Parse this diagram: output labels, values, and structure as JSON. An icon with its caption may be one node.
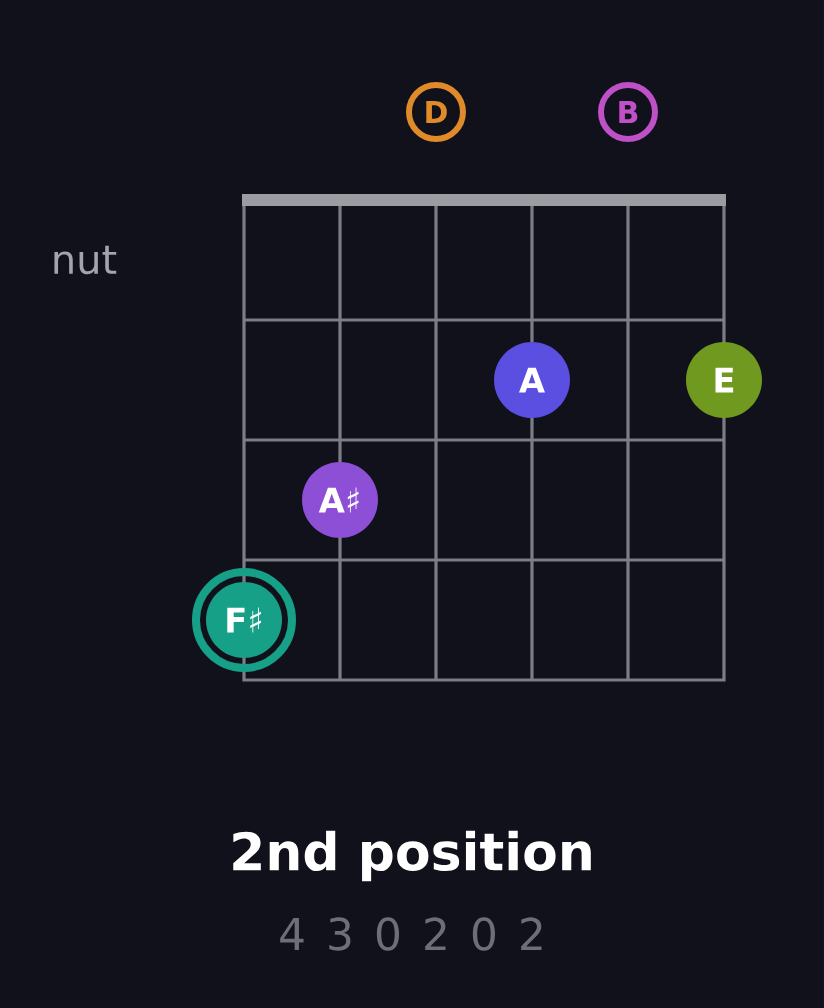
{
  "diagram": {
    "caption": "2nd position",
    "nodes": [
      {
        "text": [
          "D"
        ]
      },
      {
        "text": [
          "B"
        ]
      },
      {
        "text": [
          "A"
        ]
      },
      {
        "text": [
          "E"
        ]
      },
      {
        "text": [
          "A♯"
        ]
      },
      {
        "text": [
          "F♯"
        ]
      }
    ],
    "labels": [
      "nut",
      "4 3 0 2 0 2"
    ]
  }
}
